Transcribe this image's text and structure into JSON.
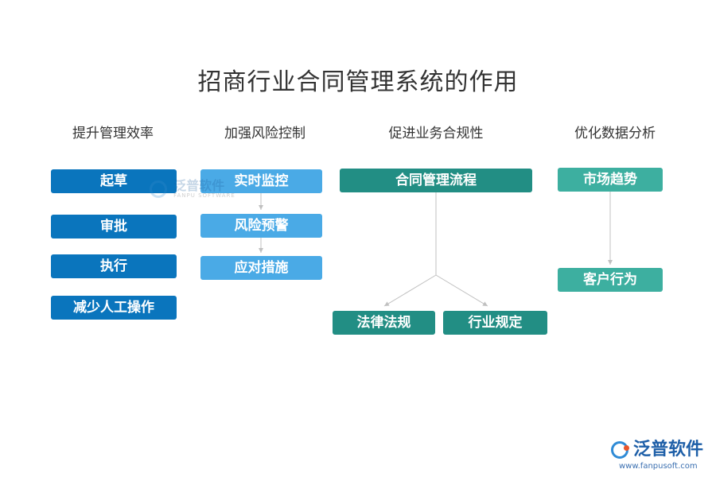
{
  "title": "招商行业合同管理系统的作用",
  "columns": [
    {
      "heading": "提升管理效率",
      "items": [
        "起草",
        "审批",
        "执行",
        "减少人工操作"
      ]
    },
    {
      "heading": "加强风险控制",
      "items": [
        "实时监控",
        "风险预警",
        "应对措施"
      ]
    },
    {
      "heading": "促进业务合规性",
      "root": "合同管理流程",
      "children": [
        "法律法规",
        "行业规定"
      ]
    },
    {
      "heading": "优化数据分析",
      "items": [
        "市场趋势",
        "客户行为"
      ]
    }
  ],
  "watermark": {
    "cn": "泛普软件",
    "en": "FANPU SOFTWARE"
  },
  "logo": {
    "cn": "泛普软件",
    "url": "www.fanpusoft.com"
  },
  "colors": {
    "col1_box": "#0a75bd",
    "col2_box": "#4aaae6",
    "col3_box": "#228e84",
    "col4_box": "#3dafa0",
    "connector": "#c0c0c0"
  }
}
